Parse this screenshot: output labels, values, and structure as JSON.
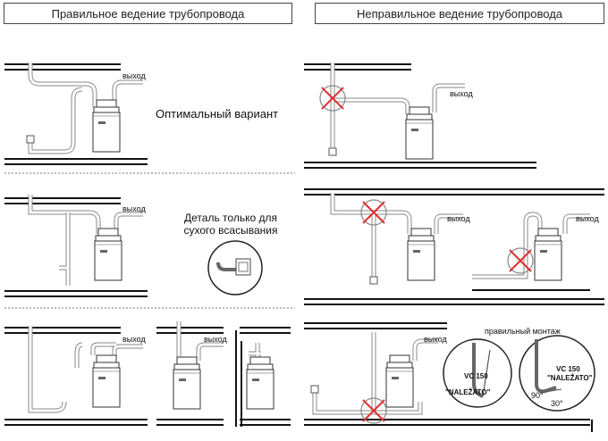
{
  "headers": {
    "correct": "Правильное ведение трубопровода",
    "incorrect": "Неправильное ведение трубопровода"
  },
  "labels": {
    "outlet": "выход",
    "optimal": "Оптимальный вариант",
    "detail_line1": "Деталь только для",
    "detail_line2": "сухого всасывания",
    "correct_mount": "правильный монтаж",
    "vc_model": "VC 150",
    "vc_note": "\"NALEŽATO\"",
    "angle_90": "90°",
    "angle_30": "30°"
  },
  "colors": {
    "line": "#111111",
    "cross": "#e03030",
    "pipe": "#888888"
  }
}
